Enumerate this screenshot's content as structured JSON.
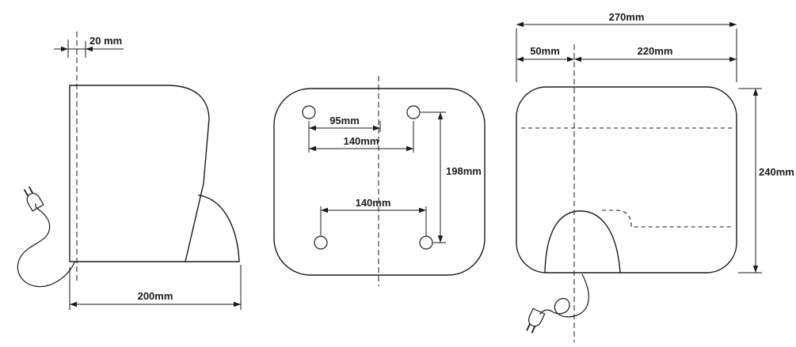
{
  "colors": {
    "line": "#1a1a1a",
    "background": "#ffffff"
  },
  "views": {
    "side": {
      "dim_offset_top": "20 mm",
      "dim_depth": "200mm"
    },
    "mounting_plate": {
      "dim_hole_offset": "95mm",
      "dim_hole_spacing_top": "140mm",
      "dim_hole_spacing_bottom": "140mm",
      "dim_hole_spacing_vertical": "198mm"
    },
    "front": {
      "dim_width_total": "270mm",
      "dim_width_left": "50mm",
      "dim_width_right": "220mm",
      "dim_height": "240mm"
    }
  }
}
